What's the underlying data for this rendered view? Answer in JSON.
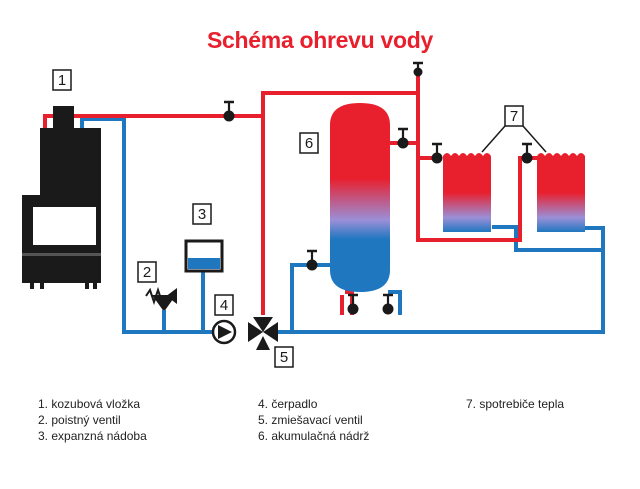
{
  "title": "Schéma ohrevu vody",
  "colors": {
    "hot": "#e8202e",
    "cold": "#1f77c0",
    "boiler": "#1a1a1a",
    "title": "#e8202e",
    "text": "#222222"
  },
  "numbers": [
    "1",
    "2",
    "3",
    "4",
    "5",
    "6",
    "7"
  ],
  "legend": [
    [
      "1. kozubová vložka",
      "2. poistný ventil",
      "3. expanzná nádoba"
    ],
    [
      "4. čerpadlo",
      "5. zmiešavací ventil",
      "6. akumulačná nádrž"
    ],
    [
      "7. spotrebiče tepla"
    ]
  ],
  "icons": [
    "fireplace-insert-icon",
    "safety-valve-icon",
    "expansion-tank-icon",
    "pump-icon",
    "mixing-valve-icon",
    "accumulation-tank-icon",
    "radiator-icon",
    "shutoff-valve-icon"
  ]
}
